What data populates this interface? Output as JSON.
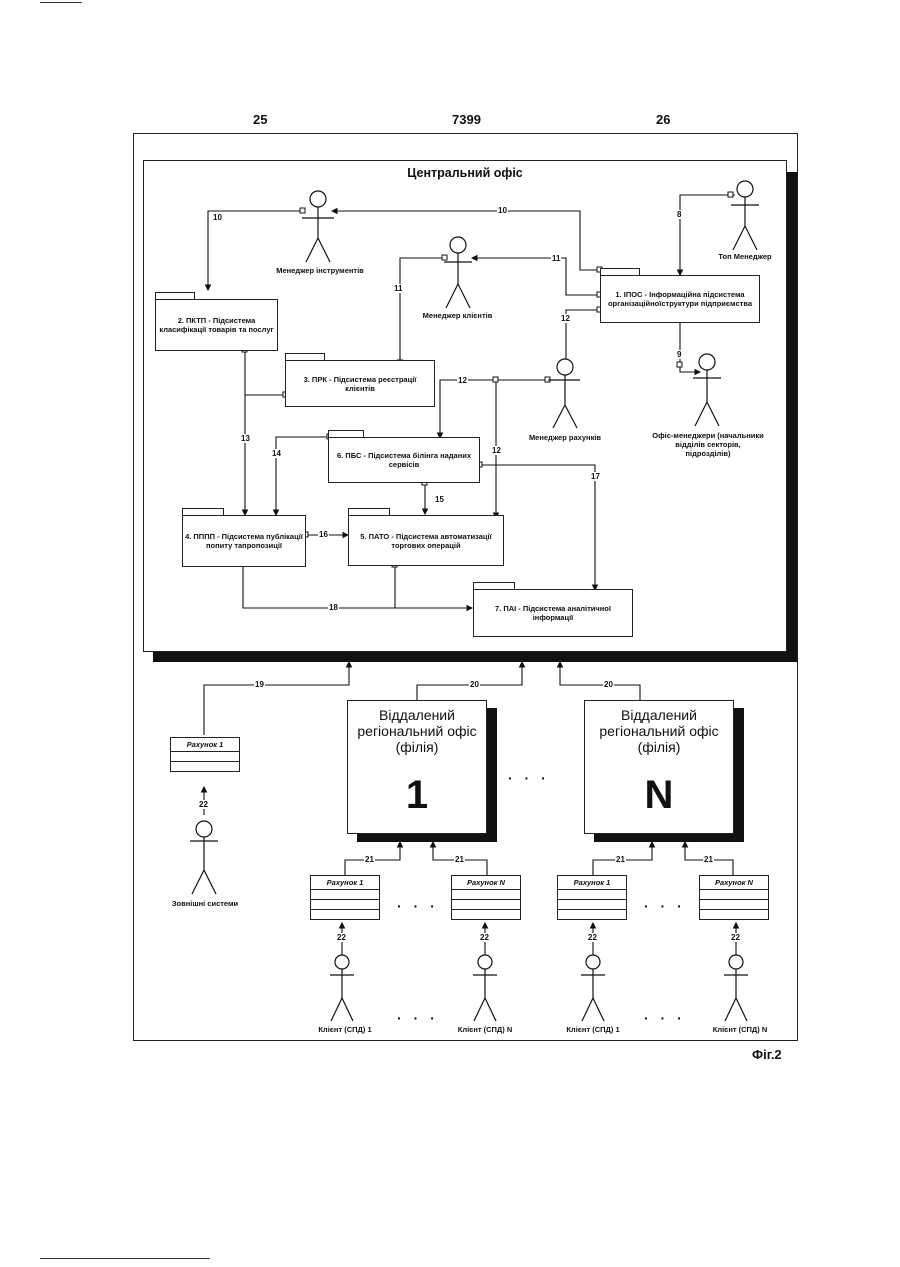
{
  "header": {
    "left_page": "25",
    "patent_no": "7399",
    "right_page": "26"
  },
  "central_office": {
    "title": "Центральний офіс"
  },
  "packages": {
    "p1": "1. ІПОС - Інформаційна підсистема організаційноїструктури підприємства",
    "p2": "2. ПКТП - Підсистема класифікації товарів та послуг",
    "p3": "3. ПРК - Підсистема реєстрації клієнтів",
    "p4": "4. ПППП - Підсистема публікації попиту тапропозиції",
    "p5": "5. ПАТО - Підсистема автоматизації торгових операцій",
    "p6": "6. ПБС - Підсистема білінга наданих сервісів",
    "p7": "7. ПАІ - Підсистема аналітичної інформації"
  },
  "actors": {
    "instruments_manager": "Менеджер інструментів",
    "client_manager": "Менеджер клієнтів",
    "top_manager": "Топ Менеджер",
    "account_manager": "Менеджер рахунків",
    "office_managers": "Офіс-менеджери (начальники відділів секторів, підрозділів)",
    "external_systems": "Зовнішні системи",
    "client_1a": "Клієнт (СПД) 1",
    "client_na": "Клієнт (СПД)  N",
    "client_1b": "Клієнт (СПД) 1",
    "client_nb": "Клієнт (СПД)  N"
  },
  "labels": {
    "n8": "8",
    "n9": "9",
    "n10a": "10",
    "n10b": "10",
    "n11a": "11",
    "n11b": "11",
    "n12a": "12",
    "n12b": "12",
    "n12c": "12",
    "n13": "13",
    "n14": "14",
    "n15": "15",
    "n16": "16",
    "n17": "17",
    "n18": "18",
    "n19": "19",
    "n20a": "20",
    "n20b": "20",
    "n21a": "21",
    "n21b": "21",
    "n21c": "21",
    "n21d": "21",
    "n22a": "22",
    "n22b": "22",
    "n22c": "22",
    "n22d": "22",
    "n22e": "22"
  },
  "remote_offices": [
    {
      "title": "Віддалений регіональний офіс (філія)",
      "number": "1"
    },
    {
      "title": "Віддалений регіональний офіс (філія)",
      "number": "N"
    }
  ],
  "accounts": {
    "external": "Рахунок 1",
    "a1": "Рахунок 1",
    "a2": "Рахунок  N",
    "a3": "Рахунок  1",
    "a4": "Рахунок  N"
  },
  "ellipsis": "· · ·",
  "figure_caption": "Фіг.2"
}
